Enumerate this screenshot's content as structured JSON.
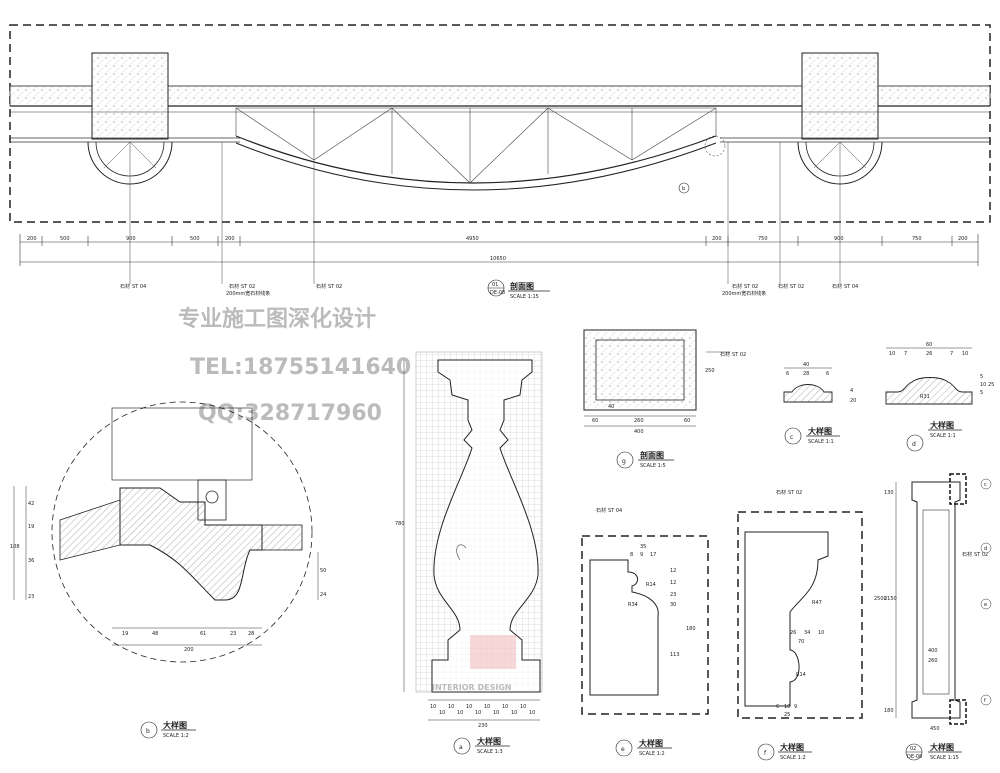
{
  "watermark": {
    "line1": "专业施工图深化设计",
    "line2": "TEL:18755141640",
    "line3": "QQ:328717960",
    "logo_text": "INTERIOR DESIGN"
  },
  "section_01": {
    "number": "01",
    "sheet": "DE-08",
    "title": "剖面图",
    "scale": "SCALE 1:15",
    "dims_top": [
      "200",
      "500",
      "900",
      "500",
      "200",
      "4950",
      "200",
      "750",
      "900",
      "750",
      "200"
    ],
    "dim_total": "10650",
    "tags": [
      {
        "prefix": "石材",
        "code": "ST 04"
      },
      {
        "prefix": "石材",
        "code": "ST 02"
      },
      {
        "prefix": "石材",
        "code": "ST 02"
      },
      {
        "prefix": "石材",
        "code": "ST 02"
      },
      {
        "prefix": "石材",
        "code": "ST 02"
      },
      {
        "prefix": "石材",
        "code": "ST 04"
      }
    ],
    "note_line": "200mm宽石材线条",
    "callout_b": "b"
  },
  "detail_a": {
    "letter": "a",
    "title": "大样图",
    "scale": "SCALE 1:3",
    "height_dim": "780",
    "width_dim": "230",
    "bottom_dims": [
      "10",
      "10",
      "10",
      "10",
      "10",
      "10",
      "10",
      "10",
      "10",
      "10",
      "10",
      "10",
      "10"
    ]
  },
  "detail_b": {
    "letter": "b",
    "title": "大样图",
    "scale": "SCALE 1:2",
    "total_dim": "200",
    "bottom_dims": [
      "19",
      "48",
      "61",
      "23",
      "28"
    ],
    "left_dims": [
      "42",
      "19",
      "36",
      "23"
    ],
    "right_dims": [
      "50",
      "24"
    ],
    "left_total": "108"
  },
  "detail_g": {
    "letter": "g",
    "title": "剖面图",
    "scale": "SCALE 1:5",
    "tag": "石材",
    "tag_code": "ST 02",
    "dims": [
      "60",
      "260",
      "60"
    ],
    "total": "400",
    "side_dim": "250",
    "inner": "40"
  },
  "detail_c": {
    "letter": "c",
    "title": "大样图",
    "scale": "SCALE 1:1",
    "dims": [
      "6",
      "28",
      "6"
    ],
    "top": "40",
    "side_dims": [
      "4",
      "20"
    ]
  },
  "detail_d": {
    "letter": "d",
    "title": "大样图",
    "scale": "SCALE 1:1",
    "dims": [
      "10",
      "7",
      "26",
      "7",
      "10"
    ],
    "top": "60",
    "side_dims": [
      "5",
      "10",
      "5",
      "25"
    ],
    "radius": "R31"
  },
  "detail_e": {
    "letter": "e",
    "title": "大样图",
    "scale": "SCALE 1:2",
    "tag": "石材",
    "tag_code": "ST 04",
    "top_dims": [
      "35",
      "8",
      "9",
      "17"
    ],
    "right_dims": [
      "12",
      "12",
      "23",
      "30",
      "180",
      "113"
    ],
    "radii": [
      "R14",
      "R34"
    ]
  },
  "detail_f": {
    "letter": "f",
    "title": "大样图",
    "scale": "SCALE 1:2",
    "tag": "石材",
    "tag_code": "ST 02",
    "dims_mid": [
      "26",
      "34",
      "10"
    ],
    "mid_total": "70",
    "radii": [
      "R47",
      "R14"
    ],
    "bottom_dims": [
      "6",
      "10",
      "9"
    ],
    "bottom_total": "25"
  },
  "detail_02": {
    "number": "02",
    "sheet": "DE-08",
    "title": "大样图",
    "scale": "SCALE 1:15",
    "tag": "石材",
    "tag_code": "ST 02",
    "dims_left": [
      "130",
      "2150",
      "180"
    ],
    "total": "2500",
    "dims_bottom": [
      "400",
      "260",
      "450"
    ],
    "callouts": [
      "c",
      "d",
      "e",
      "f"
    ]
  }
}
